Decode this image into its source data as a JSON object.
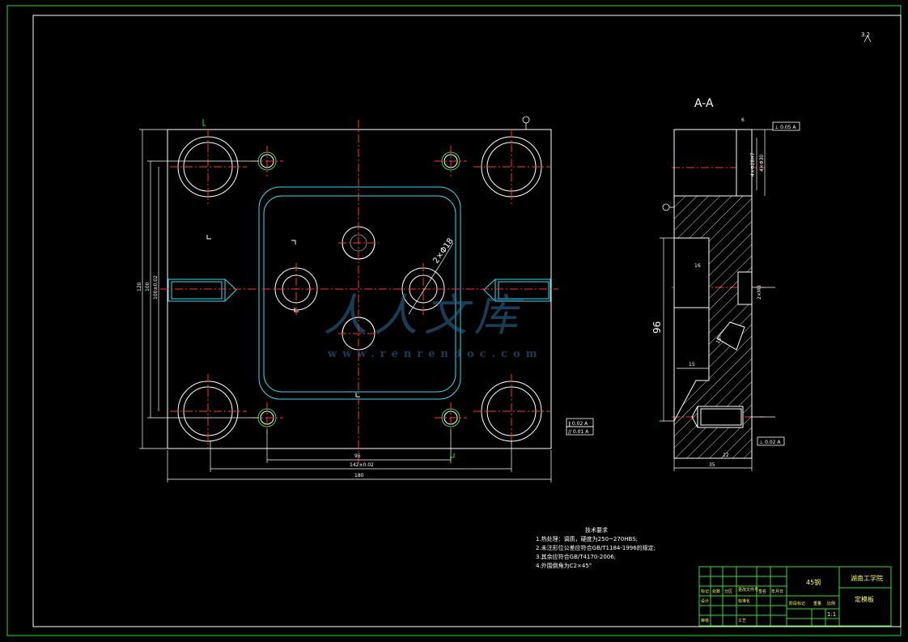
{
  "section_label": "A-A",
  "roughness_symbol": "3.2",
  "watermark": {
    "main": "人人文库",
    "url": "www.renrendoc.com"
  },
  "dimensions": {
    "overall_width": "180",
    "pitch_hole_center": "95",
    "pitch_guide": "142±0.02",
    "overall_height": "120",
    "inner_height_1": "100",
    "inner_height_2": "100±0.02",
    "side_depth": "96",
    "thickness": "35",
    "bottom_len": "22",
    "side_15": "15",
    "counterbore": "2×Φ18",
    "hole_dia_a": "4×Φ28H7",
    "hole_dia_b": "4×Φ30",
    "thread": "2×M8",
    "small_6": "6",
    "angle_16": "16",
    "angle_19": "19°"
  },
  "tolerance_frames": {
    "ft1": "⊥ 0.05 A",
    "ft2": "∥ 0.02 A",
    "ft3": "// 0.01 A",
    "ft4": "⊥ 0.02 A"
  },
  "tech_notes": {
    "heading": "技术要求",
    "lines": [
      "1.热处理：调质，硬度为250~270HBS;",
      "2.未注形位公差应符合GB/T1184-1996的规定;",
      "3.其余应符合GB/T4170-2006;",
      "4.外围倒角为C2×45°"
    ]
  },
  "title_block": {
    "material": "45钢",
    "school": "湖南工学院",
    "part_name": "定模板",
    "scale": "1:1",
    "row_labels": [
      "标记",
      "处数",
      "分区",
      "更改文件号",
      "签名",
      "年月日"
    ],
    "row2": [
      "设计",
      "标准化"
    ],
    "row3": [
      "审核",
      "工艺"
    ],
    "col_labels": [
      "阶段标记",
      "重量",
      "比例"
    ]
  }
}
